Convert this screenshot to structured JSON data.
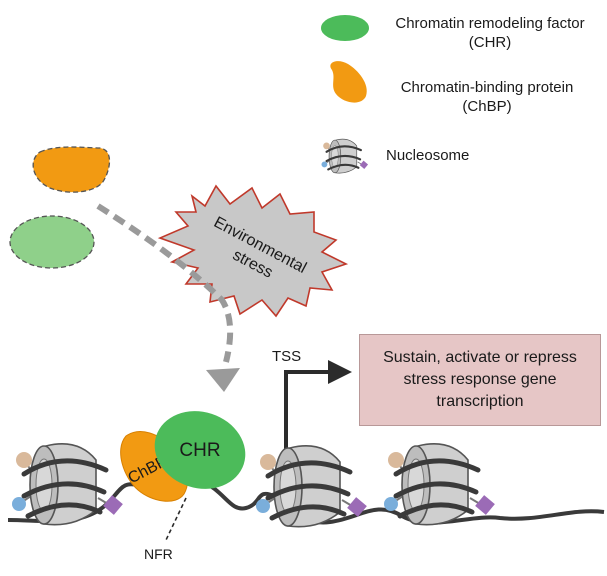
{
  "legend": {
    "chr_line1": "Chromatin remodeling factor",
    "chr_line2": "(CHR)",
    "chbp_line1": "Chromatin-binding protein",
    "chbp_line2": "(ChBP)",
    "nucleosome": "Nucleosome"
  },
  "stress_line1": "Environmental",
  "stress_line2": "stress",
  "chr_label": "CHR",
  "chbp_label": "ChBP",
  "tss_label": "TSS",
  "nfr_label": "NFR",
  "outcome_text": "Sustain, activate or repress stress response gene transcription",
  "colors": {
    "chr_green": "#4cbb5a",
    "chr_inactive": "#8fd08a",
    "chbp_orange": "#f29a12",
    "nucleosome_gray": "#c9c9c9",
    "outcome_box": "#e6c6c6",
    "burst_fill": "#c8c8c8",
    "burst_stroke": "#c0392b"
  }
}
